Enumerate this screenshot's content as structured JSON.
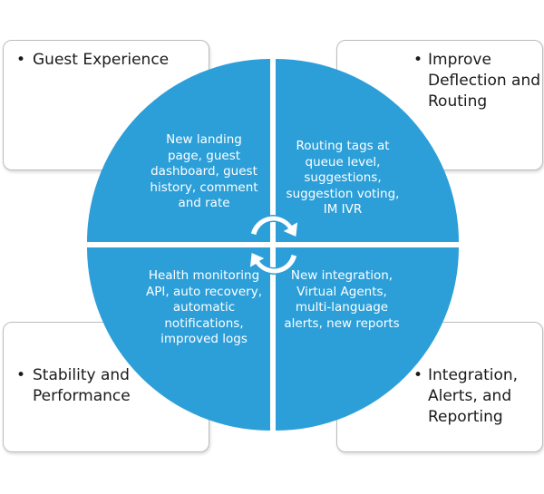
{
  "colors": {
    "quadrant": "#2c9fd9",
    "box_border": "#bdbdbd",
    "arrow_fill": "#ffffff",
    "arrow_stroke": "#2c9fd9"
  },
  "corner_boxes": {
    "top_left": {
      "bullet": "•",
      "label": "Guest Experience"
    },
    "top_right": {
      "bullet": "•",
      "label": "Improve Deflection and Routing"
    },
    "bottom_left": {
      "bullet": "•",
      "label": "Stability and Performance"
    },
    "bottom_right": {
      "bullet": "•",
      "label": "Integration, Alerts, and Reporting"
    }
  },
  "quadrants": {
    "top_left": "New landing page, guest dashboard, guest history, comment and rate",
    "top_right": "Routing tags at queue level, suggestions, suggestion voting, IM IVR",
    "bottom_left": "Health monitoring API, auto recovery, automatic notifications, improved logs",
    "bottom_right": "New integration, Virtual Agents, multi-language alerts, new reports"
  },
  "center_icon": "circular-arrows-icon"
}
